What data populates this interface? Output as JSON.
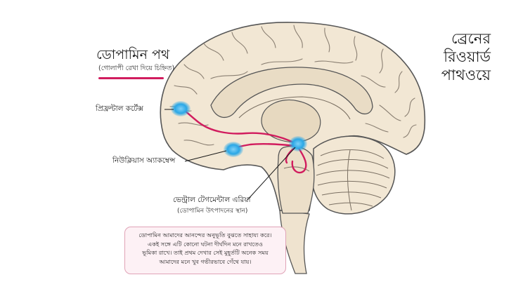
{
  "title_lines": [
    "ব্রেনের",
    "রিওয়ার্ড",
    "পাথওয়ে"
  ],
  "legend": {
    "title": "ডোপামিন পথ",
    "subtitle": "(গোলাপী রেখা দিয়ে চিহ্নিত)",
    "line_color": "#d11c5e"
  },
  "labels": {
    "prefrontal": "প্রিফ্রন্টাল কর্টেক্স",
    "nucleus": "নিউক্লিয়াস অ্যাকম্বেন্স",
    "vta": "ভেন্ট্রাল টেগমেন্টাল এরিয়া",
    "vta_sub": "(ডোপামিন উৎপাদনের স্থান)"
  },
  "info_lines": [
    "ডোপামিন আমাদের আনন্দের অনুভূতি বুঝতে সাহায্য করে।",
    "একই সঙ্গে এটি কোনো ঘটনা দীর্ঘদিন মনে রাখতেও",
    "ভূমিকা রাখে। তাই প্রথম দেখার সেই মুহূর্তটি অনেক সময়",
    "আমাদের মনে খুব গভীরভাবে গেঁথে যায়।"
  ],
  "colors": {
    "brain_fill": "#f2e7d4",
    "outline": "#565656",
    "region_blue": "#2aa7e6",
    "pathway_pink": "#d11c5e",
    "box_border": "#e0a3b7",
    "box_fill": "#fdf1f5"
  }
}
